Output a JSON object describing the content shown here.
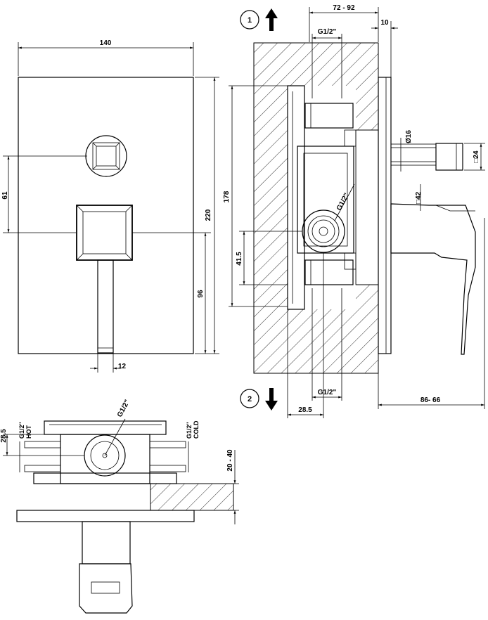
{
  "front_view": {
    "width_label": "140",
    "height_label": "220",
    "offset_label": "61",
    "lower_label": "96",
    "lever_label": "12"
  },
  "side_view": {
    "depth_range_label": "72 - 92",
    "thickness_label": "10",
    "box_height_label": "178",
    "center_label": "41.5",
    "spout_dia_label": "Ø16",
    "spout_square_label": "□24",
    "body_square_label": "□42",
    "thread_top_label": "G1/2\"",
    "thread_mid_label": "G1/2\"",
    "thread_bottom_label": "G1/2\"",
    "bottom_offset_label": "28.5",
    "projection_label": "86- 66",
    "outlet_up_number": "1",
    "outlet_down_number": "2"
  },
  "top_view": {
    "hot_thread_label": "G1/2\"",
    "hot_label": "HOT",
    "cold_thread_label": "G1/2\"",
    "cold_label": "COLD",
    "thread_center_label": "G1/2\"",
    "offset_label": "28.5",
    "wall_range_label": "20 - 40"
  }
}
